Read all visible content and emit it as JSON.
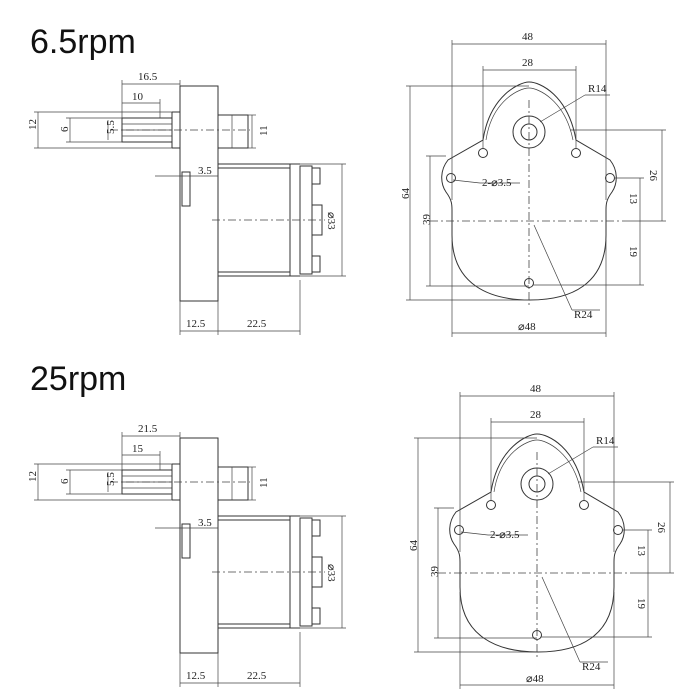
{
  "sections": [
    {
      "title": "6.5rpm",
      "side": {
        "d12": "12",
        "d6": "6",
        "d5_5": "5.5",
        "d16_5": "16.5",
        "d10": "10",
        "d11": "11",
        "d3_5": "3.5",
        "d33": "⌀33",
        "d12_5": "12.5",
        "d22_5": "22.5"
      },
      "front": {
        "d48": "48",
        "d28": "28",
        "r14": "R14",
        "d64": "64",
        "d39": "39",
        "holes": "2-⌀3.5",
        "d26": "26",
        "d13": "13",
        "d19": "19",
        "r24": "R24",
        "dia48": "⌀48"
      }
    },
    {
      "title": "25rpm",
      "side": {
        "d12": "12",
        "d6": "6",
        "d5_5": "5.5",
        "d16_5": "21.5",
        "d10": "15",
        "d11": "11",
        "d3_5": "3.5",
        "d33": "⌀33",
        "d12_5": "12.5",
        "d22_5": "22.5"
      },
      "front": {
        "d48": "48",
        "d28": "28",
        "r14": "R14",
        "d64": "64",
        "d39": "39",
        "holes": "2-⌀3.5",
        "d26": "26",
        "d13": "13",
        "d19": "19",
        "r24": "R24",
        "dia48": "⌀48"
      }
    }
  ]
}
